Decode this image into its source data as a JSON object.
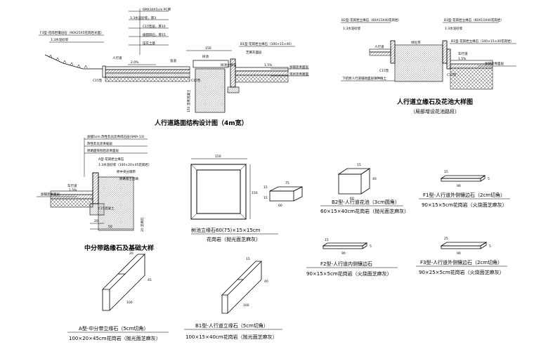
{
  "section_top_left": {
    "title": "人行道路面结构设计图（4m宽）",
    "callouts": [
      "6MX30X5cm PC砖",
      "1:3水泥砂浆，厚3",
      "C15垫层，厚10",
      "级配碎石，厚15",
      "压实土基"
    ],
    "left_curb": "F3型-花岗岩镶边石（90X25X5花岗岩光面）",
    "left_mortar": "1:3水泥砂浆",
    "sidewalk": "人行道",
    "slope": "2.0%",
    "blind": "盲道",
    "width_dim": "150",
    "tree_pit": "树池",
    "tree_curb": "树池立缘石",
    "b1_curb": "B1型-花岗岩立缘石（100×15×40）",
    "lawn": "芝麻灰面层",
    "slope2": "1.5%",
    "c15": "C15垫",
    "reinforced": "加铺沥青面层",
    "asphalt": "现状沥青路面",
    "vertical_label": "150 沥青混凝土"
  },
  "section_top_right": {
    "title": "人行道立缘石及花池大样图",
    "subtitle": "（局部增设花池路段）",
    "b2_curb": "B2型-花岗岩立缘石（60X15X40花岗岩）",
    "b3_curb": "B3型-花岗岩立缘石（60X15X40花岗岩）",
    "b1_curb": "B1型-花岗岩立缘石（100×15×40花岗岩）",
    "mortar": "1:3水泥砂浆",
    "sidewalk": "人行道",
    "planter": "绿化带",
    "lane": "车行道",
    "slope": "1.5%",
    "c15": "C15垫",
    "reinforced": "加铺沥青面层",
    "asphalt": "现状沥青路面",
    "note": "下挖原人行道铺地面层填种植土"
  },
  "section_median": {
    "title": "中分带路缘石及基础大样",
    "callouts": [
      "加铺5cm 改性乳化沥青碎石层(SMA-13)",
      "改性乳化沥青黏层",
      "原路面铣刨后沥青面层",
      "A型-花岗岩立缘石",
      "1:3水泥砂浆（100×20×45花岗岩）",
      "原中央分隔带",
      "原路基土回填"
    ],
    "lane": "车行道",
    "slope": "1.5%",
    "c15": "C15混凝土",
    "reinforced": "加铺沥青面层",
    "dim_20": "20",
    "dim_50": "50",
    "vertical_label": "20 沥青砼"
  },
  "tree_pit": {
    "label": "树池立缘石60(75)×15×15cm",
    "material": "花岗岩（抛光面芝麻灰）",
    "dim_top": "150",
    "dim_side": "150",
    "dim_a": "75",
    "dim_b": "60",
    "dim_c": "15",
    "dim_d": "15"
  },
  "b2_planter": {
    "label": "B2型-人行道花池（3cm圆角）",
    "material": "60×15×40cm花岗岩（抛光面芝麻灰）",
    "dim_a": "15",
    "dim_b": "40",
    "dim_c": "60"
  },
  "f1_edge": {
    "label": "F1型-人行道外侧镶边石（2cm切角）",
    "material": "90×15×5cm花岗岩（火烧面芝麻灰）",
    "dim_a": "15",
    "dim_b": "5",
    "dim_c": "90"
  },
  "f2_edge": {
    "label": "F2型-人行道内侧镶边石",
    "material": "90×15×5cm花岗岩（火烧面芝麻灰）",
    "dim_a": "15",
    "dim_b": "5",
    "dim_c": "90"
  },
  "f3_edge": {
    "label": "F3型-人行道外侧镶边石（2cm切角）",
    "material": "90×25×5cm花岗岩（火烧面芝麻灰）",
    "dim_a": "25",
    "dim_b": "5",
    "dim_c": "90"
  },
  "a_curb": {
    "label": "A型-中分带立缘石（5cm切角）",
    "material": "100×20×45cm花岗岩（抛光面芝麻灰）",
    "dim_a": "20",
    "dim_b": "45",
    "dim_c": "100"
  },
  "b1_curb": {
    "label": "B1型-人行道立缘石（5cm切角）",
    "material": "100×15×40cm花岗岩（抛光面芝麻灰）",
    "dim_a": "15",
    "dim_b": "40",
    "dim_c": "100"
  }
}
